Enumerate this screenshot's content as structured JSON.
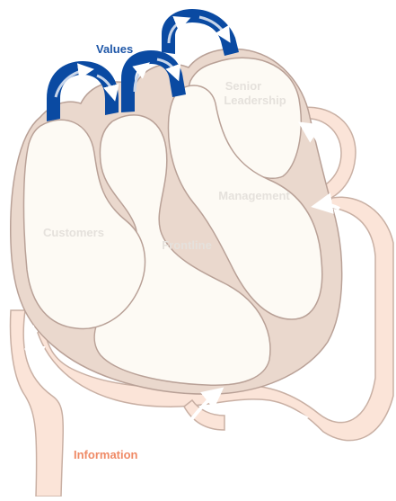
{
  "diagram": {
    "annotations": {
      "values": "Values",
      "information": "Information"
    },
    "chambers": {
      "senior_line1": "Senior",
      "senior_line2": "Leadership",
      "management": "Management",
      "customers": "Customers",
      "frontline": "Frontline"
    }
  },
  "colors": {
    "values_blue": "#0a4aa2",
    "values_label": "#1f57a8",
    "information_label": "#ef8a66",
    "vessel_fill": "#fbe4d8",
    "vessel_stroke": "#c9b0a4",
    "heart_body": "#ead8cd",
    "heart_outline": "#b9a197",
    "chamber_fill": "#fdfaf4",
    "chamber_label": "#e5e1dc",
    "arrow_fill": "#ffffff"
  }
}
